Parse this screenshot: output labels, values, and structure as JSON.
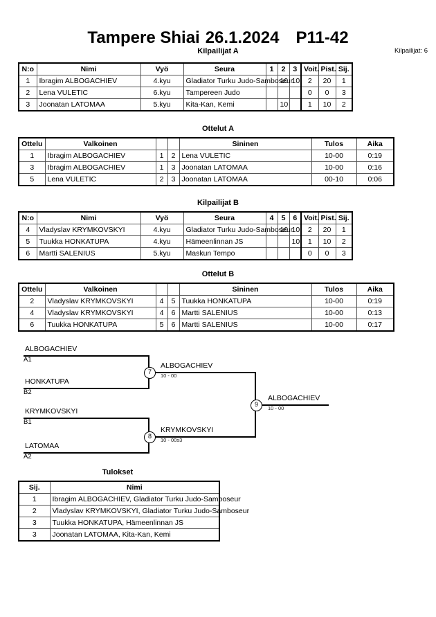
{
  "header": {
    "event": "Tampere Shiai",
    "date": "26.1.2024",
    "category": "P11-42",
    "subtitle": "Kilpailijat A",
    "competitor_count": "Kilpailijat: 6"
  },
  "captions": {
    "pool_a_matches": "Ottelut A",
    "pool_b_competitors": "Kilpailijat B",
    "pool_b_matches": "Ottelut B",
    "results": "Tulokset"
  },
  "competitors_table": {
    "headers": {
      "no": "N:o",
      "name": "Nimi",
      "belt": "Vyö",
      "club": "Seura",
      "wins": "Voit.",
      "points": "Pist.",
      "rank": "Sij."
    },
    "pool_a": {
      "match_columns": [
        "1",
        "2",
        "3"
      ],
      "rows": [
        {
          "no": "1",
          "name": "Ibragim ALBOGACHIEV",
          "belt": "4.kyu",
          "club": "Gladiator Turku Judo-Samboseur",
          "scores": [
            "",
            "10",
            "10"
          ],
          "wins": "2",
          "points": "20",
          "rank": "1"
        },
        {
          "no": "2",
          "name": "Lena VULETIC",
          "belt": "6.kyu",
          "club": "Tampereen Judo",
          "scores": [
            "",
            "",
            ""
          ],
          "wins": "0",
          "points": "0",
          "rank": "3"
        },
        {
          "no": "3",
          "name": "Joonatan LATOMAA",
          "belt": "5.kyu",
          "club": "Kita-Kan, Kemi",
          "scores": [
            "",
            "10",
            ""
          ],
          "wins": "1",
          "points": "10",
          "rank": "2"
        }
      ]
    },
    "pool_b": {
      "match_columns": [
        "4",
        "5",
        "6"
      ],
      "rows": [
        {
          "no": "4",
          "name": "Vladyslav KRYMKOVSKYI",
          "belt": "4.kyu",
          "club": "Gladiator Turku Judo-Samboseur",
          "scores": [
            "",
            "10",
            "10"
          ],
          "wins": "2",
          "points": "20",
          "rank": "1"
        },
        {
          "no": "5",
          "name": "Tuukka HONKATUPA",
          "belt": "4.kyu",
          "club": "Hämeenlinnan JS",
          "scores": [
            "",
            "",
            "10"
          ],
          "wins": "1",
          "points": "10",
          "rank": "2"
        },
        {
          "no": "6",
          "name": "Martti SALENIUS",
          "belt": "5.kyu",
          "club": "Maskun Tempo",
          "scores": [
            "",
            "",
            ""
          ],
          "wins": "0",
          "points": "0",
          "rank": "3"
        }
      ]
    }
  },
  "matches_table": {
    "headers": {
      "match": "Ottelu",
      "white": "Valkoinen",
      "blue": "Sininen",
      "result": "Tulos",
      "time": "Aika"
    },
    "pool_a": [
      {
        "no": "1",
        "white": "Ibragim ALBOGACHIEV",
        "white_no": "1",
        "blue_no": "2",
        "blue": "Lena VULETIC",
        "result": "10-00",
        "time": "0:19"
      },
      {
        "no": "3",
        "white": "Ibragim ALBOGACHIEV",
        "white_no": "1",
        "blue_no": "3",
        "blue": "Joonatan LATOMAA",
        "result": "10-00",
        "time": "0:16"
      },
      {
        "no": "5",
        "white": "Lena VULETIC",
        "white_no": "2",
        "blue_no": "3",
        "blue": "Joonatan LATOMAA",
        "result": "00-10",
        "time": "0:06"
      }
    ],
    "pool_b": [
      {
        "no": "2",
        "white": "Vladyslav KRYMKOVSKYI",
        "white_no": "4",
        "blue_no": "5",
        "blue": "Tuukka HONKATUPA",
        "result": "10-00",
        "time": "0:19"
      },
      {
        "no": "4",
        "white": "Vladyslav KRYMKOVSKYI",
        "white_no": "4",
        "blue_no": "6",
        "blue": "Martti SALENIUS",
        "result": "10-00",
        "time": "0:13"
      },
      {
        "no": "6",
        "white": "Tuukka HONKATUPA",
        "white_no": "5",
        "blue_no": "6",
        "blue": "Martti SALENIUS",
        "result": "10-00",
        "time": "0:17"
      }
    ]
  },
  "bracket": {
    "entries": [
      {
        "name": "ALBOGACHIEV",
        "seed": "A1"
      },
      {
        "name": "HONKATUPA",
        "seed": "B2"
      },
      {
        "name": "KRYMKOVSKYI",
        "seed": "B1"
      },
      {
        "name": "LATOMAA",
        "seed": "A2"
      }
    ],
    "semifinals": [
      {
        "node": "7",
        "winner": "ALBOGACHIEV",
        "score": "10 - 00"
      },
      {
        "node": "8",
        "winner": "KRYMKOVSKYI",
        "score": "10 - 00s3"
      }
    ],
    "final": {
      "node": "9",
      "winner": "ALBOGACHIEV",
      "score": "10 - 00"
    }
  },
  "results_table": {
    "headers": {
      "rank": "Sij.",
      "name": "Nimi"
    },
    "rows": [
      {
        "rank": "1",
        "name": "Ibragim ALBOGACHIEV, Gladiator Turku Judo-Samboseur"
      },
      {
        "rank": "2",
        "name": "Vladyslav KRYMKOVSKYI, Gladiator Turku Judo-Samboseur"
      },
      {
        "rank": "3",
        "name": "Tuukka HONKATUPA, Hämeenlinnan JS"
      },
      {
        "rank": "3",
        "name": "Joonatan LATOMAA, Kita-Kan, Kemi"
      }
    ]
  }
}
